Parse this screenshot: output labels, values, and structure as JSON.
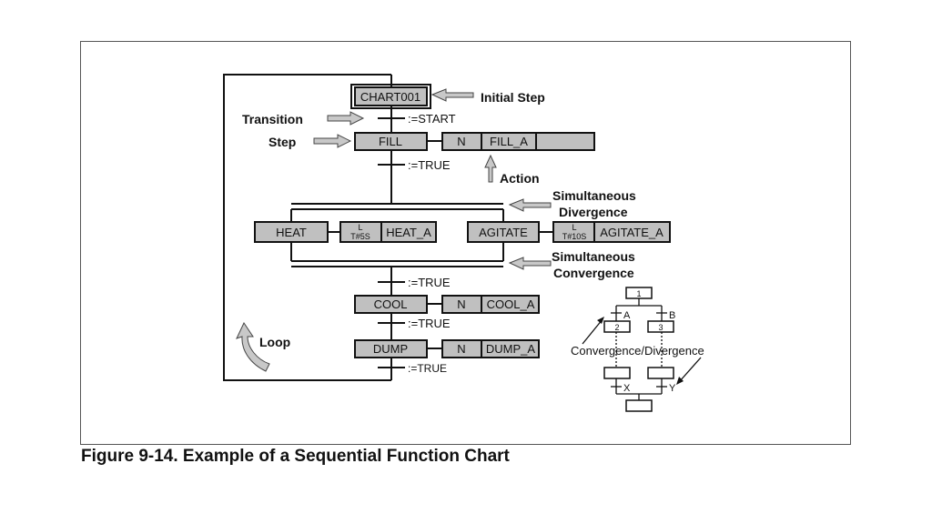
{
  "caption": "Figure 9-14. Example of a Sequential Function Chart",
  "chart": {
    "initial_step": "CHART001",
    "steps": [
      {
        "name": "FILL",
        "qualifier": "N",
        "action": "FILL_A"
      },
      {
        "name": "HEAT",
        "qualifier": "L",
        "time": "T#5S",
        "action": "HEAT_A"
      },
      {
        "name": "AGITATE",
        "qualifier": "L",
        "time": "T#10S",
        "action": "AGITATE_A"
      },
      {
        "name": "COOL",
        "qualifier": "N",
        "action": "COOL_A"
      },
      {
        "name": "DUMP",
        "qualifier": "N",
        "action": "DUMP_A"
      }
    ],
    "transitions": [
      ":=START",
      ":=TRUE",
      ":=TRUE",
      ":=TRUE",
      ":=TRUE"
    ]
  },
  "labels": {
    "initial_step": "Initial Step",
    "transition": "Transition",
    "step": "Step",
    "action": "Action",
    "sim_div_1": "Simultaneous",
    "sim_div_2": "Divergence",
    "sim_conv_1": "Simultaneous",
    "sim_conv_2": "Convergence",
    "loop": "Loop",
    "conv_div": "Convergence/Divergence"
  },
  "inset": {
    "steps": [
      "1",
      "2",
      "3"
    ],
    "transitions": [
      "A",
      "B",
      "X",
      "Y"
    ]
  }
}
